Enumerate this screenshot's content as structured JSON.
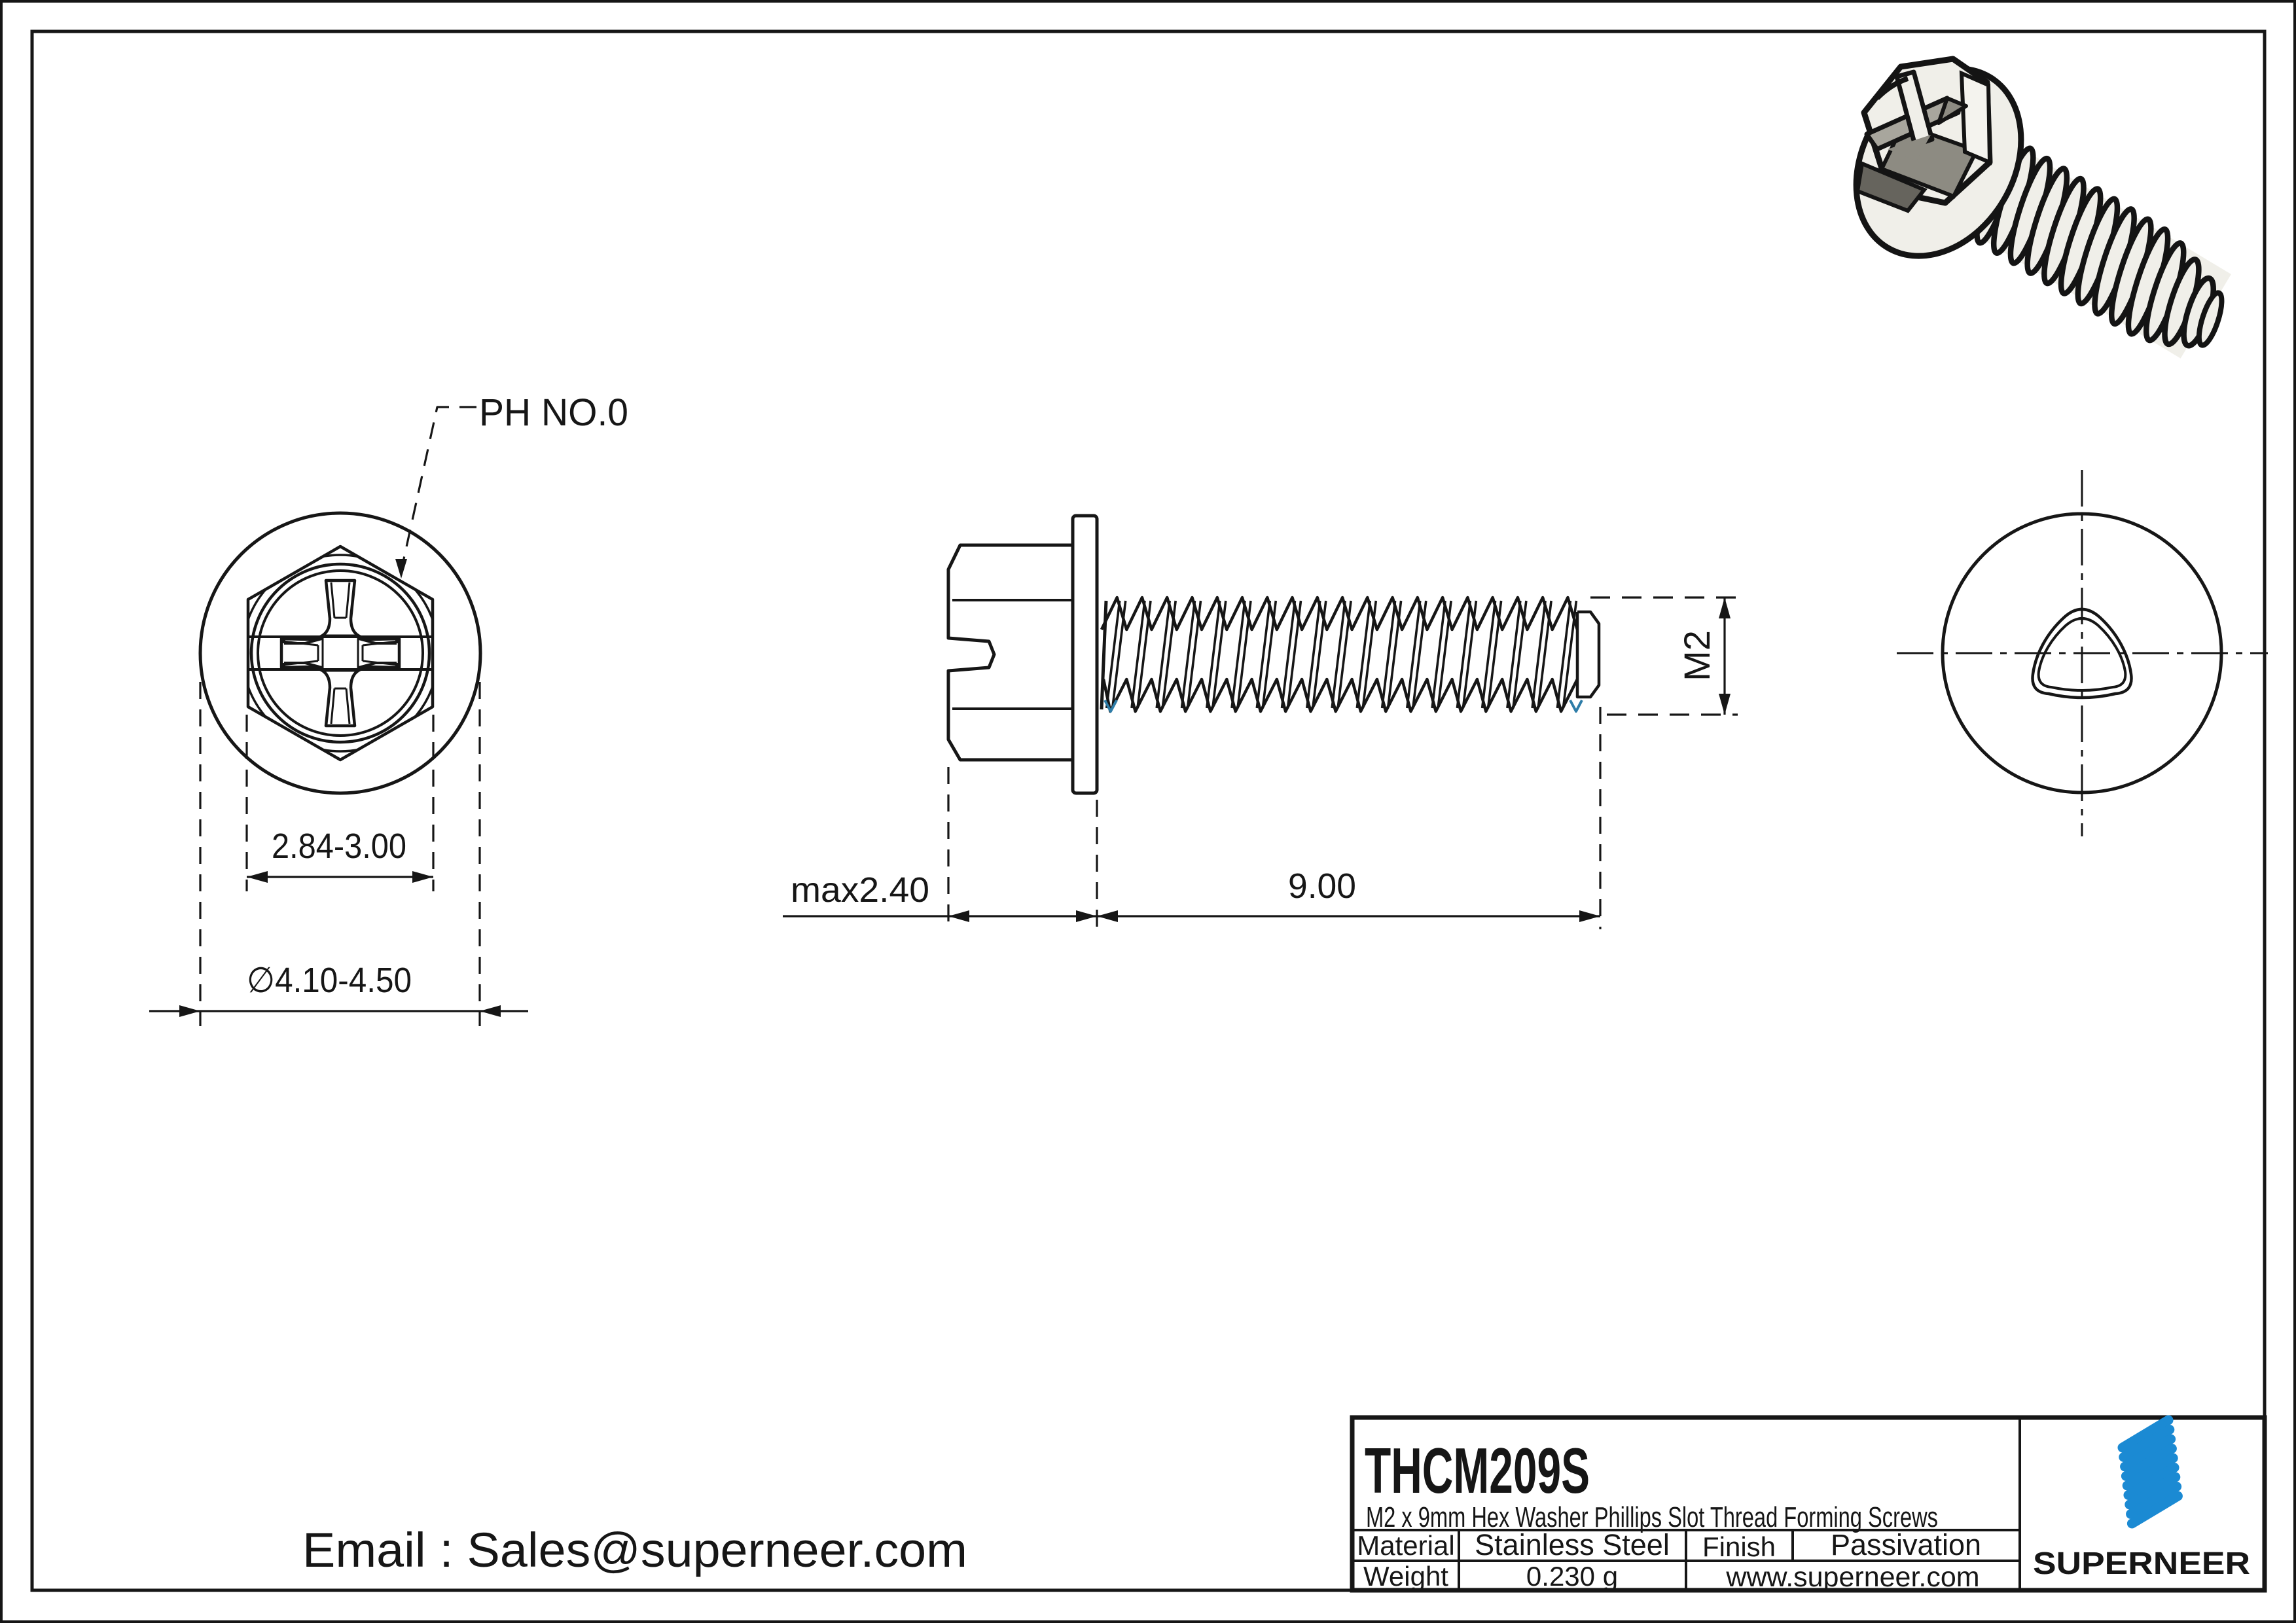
{
  "drawing": {
    "part_number": "THCM209S",
    "title": "M2 x 9mm Hex Washer Phillips Slot Thread Forming  Screws",
    "labels": {
      "drive": "PH NO.0",
      "head_width": "2.84-3.00",
      "head_diameter": "∅4.10-4.50",
      "washer_thickness": "max2.40",
      "thread_length": "9.00",
      "thread_size": "M2"
    },
    "contact": {
      "email": "Email : Sales@superneer.com",
      "website": "www.superneer.com"
    },
    "brand": {
      "name": "SUPERNEER"
    },
    "spec_table": {
      "material_label": "Material",
      "material": "Stainless Steel",
      "finish_label": "Finish",
      "finish": "Passivation",
      "weight_label": "Weight",
      "weight": "0.230 g"
    },
    "colors": {
      "ink": "#161616",
      "link_blue": "#1e87d0",
      "brand_blue": "#1b8ad3",
      "mark_teal": "#2e7da8"
    }
  }
}
